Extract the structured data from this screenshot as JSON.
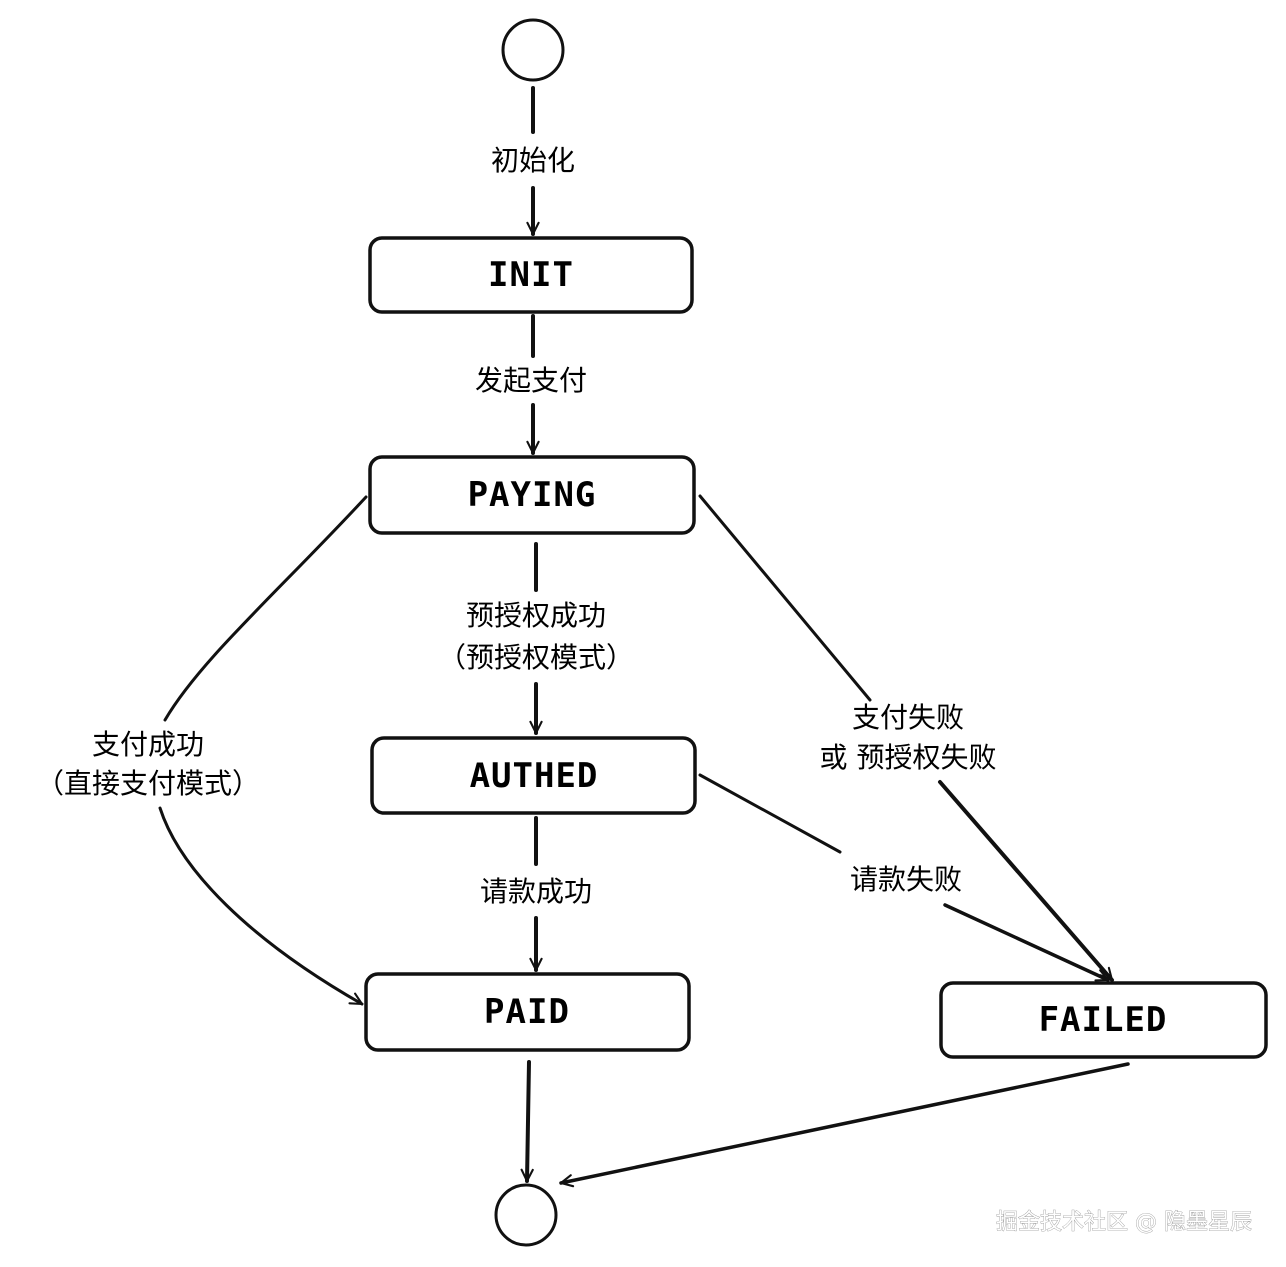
{
  "states": {
    "init": "INIT",
    "paying": "PAYING",
    "authed": "AUTHED",
    "paid": "PAID",
    "failed": "FAILED"
  },
  "transitions": {
    "start_to_init": "初始化",
    "init_to_paying": "发起支付",
    "paying_to_authed_line1": "预授权成功",
    "paying_to_authed_line2": "（预授权模式）",
    "paying_to_paid_line1": "支付成功",
    "paying_to_paid_line2": "（直接支付模式）",
    "paying_to_failed_line1": "支付失败",
    "paying_to_failed_line2": "或 预授权失败",
    "authed_to_paid": "请款成功",
    "authed_to_failed": "请款失败"
  },
  "watermark": "掘金技术社区 @ 隐墨星辰",
  "colors": {
    "stroke": "#111111",
    "background": "#ffffff",
    "watermark": "#ffffff"
  }
}
